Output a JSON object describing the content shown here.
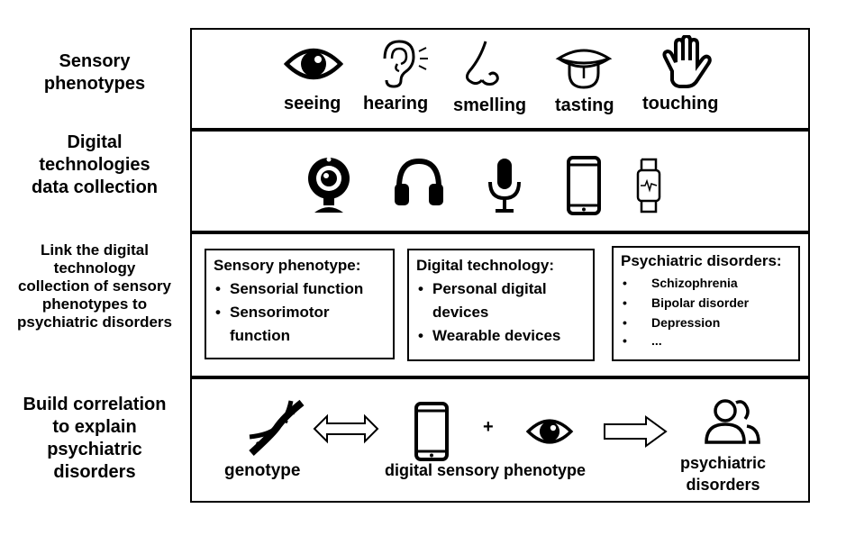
{
  "rows": {
    "sensory": {
      "label_line1": "Sensory",
      "label_line2": "phenotypes"
    },
    "digital": {
      "label_line1": "Digital",
      "label_line2": "technologies",
      "label_line3": "data collection"
    },
    "link": {
      "label_line1": "Link the digital",
      "label_line2": "technology",
      "label_line3": "collection of sensory",
      "label_line4": "phenotypes to",
      "label_line5": "psychiatric disorders"
    },
    "build": {
      "label_line1": "Build correlation",
      "label_line2": "to explain",
      "label_line3": "psychiatric",
      "label_line4": "disorders"
    }
  },
  "senses": [
    {
      "icon": "eye-icon",
      "label": "seeing"
    },
    {
      "icon": "ear-icon",
      "label": "hearing"
    },
    {
      "icon": "nose-icon",
      "label": "smelling"
    },
    {
      "icon": "tongue-icon",
      "label": "tasting"
    },
    {
      "icon": "hand-icon",
      "label": "touching"
    }
  ],
  "devices": [
    "webcam-icon",
    "headphones-icon",
    "microphone-icon",
    "smartphone-icon",
    "smartwatch-icon"
  ],
  "boxes": {
    "sensory": {
      "title": "Sensory phenotype:",
      "items": [
        "Sensorial function",
        "Sensorimotor",
        "function"
      ]
    },
    "digital": {
      "title": "Digital technology:",
      "items": [
        "Personal digital",
        "devices",
        "Wearable devices"
      ]
    },
    "psychiatric": {
      "title": "Psychiatric disorders:",
      "items": [
        "Schizophrenia",
        "Bipolar disorder",
        "Depression",
        "..."
      ]
    }
  },
  "correlation": {
    "genotype": "genotype",
    "plus": "+",
    "digital_phenotype": "digital sensory phenotype",
    "outcome_line1": "psychiatric",
    "outcome_line2": "disorders"
  }
}
